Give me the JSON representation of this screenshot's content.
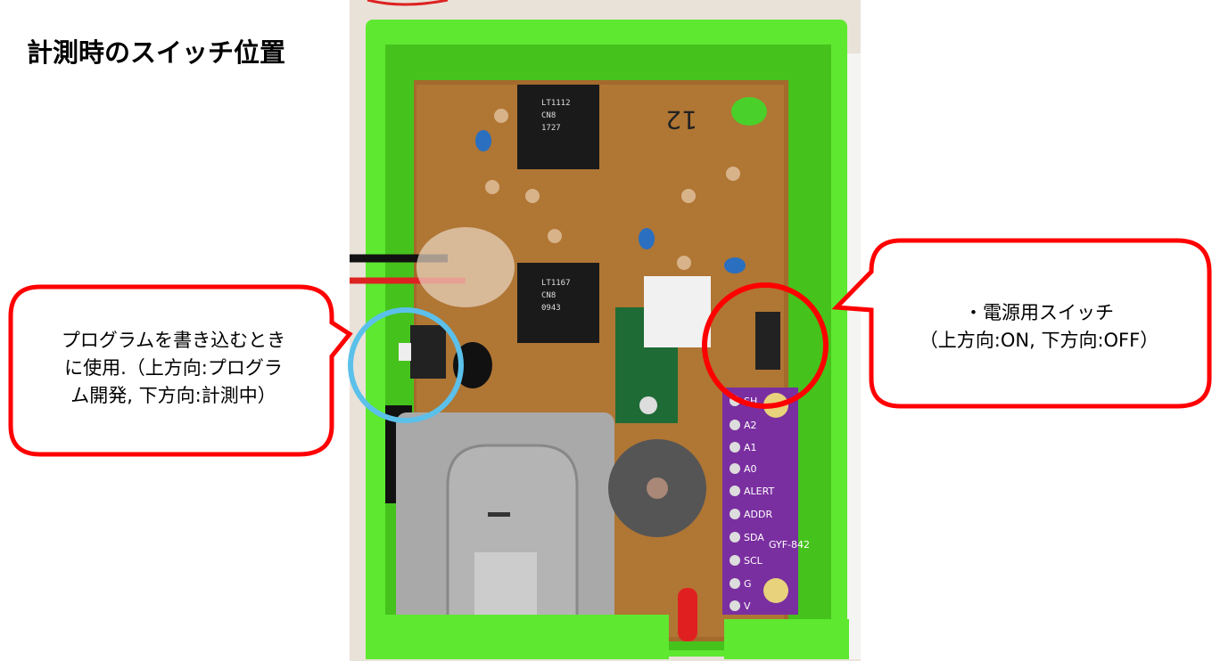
{
  "slide": {
    "title": "計測時のスイッチ位置"
  },
  "callouts": {
    "program_switch": {
      "lines": [
        "プログラムを書き込むとき",
        "に使用.（上方向:プログラ",
        "ム開発, 下方向:計測中）"
      ],
      "circle_color": "#5bc0ea"
    },
    "power_switch": {
      "lines": [
        "・電源用スイッチ",
        "（上方向:ON, 下方向:OFF）"
      ],
      "circle_color": "#ff0000"
    },
    "bubble_border_color": "#ff0000"
  },
  "photo": {
    "board_label": "12",
    "chip1": [
      "LT1112",
      "CN8",
      "1727"
    ],
    "chip2": [
      "LT1167",
      "CN8",
      "0943"
    ],
    "module_name": "GYF-842",
    "module_pins": [
      "SH",
      "A2",
      "A1",
      "A0",
      "ALERT",
      "ADDR",
      "SDA",
      "SCL",
      "G",
      "V"
    ]
  }
}
